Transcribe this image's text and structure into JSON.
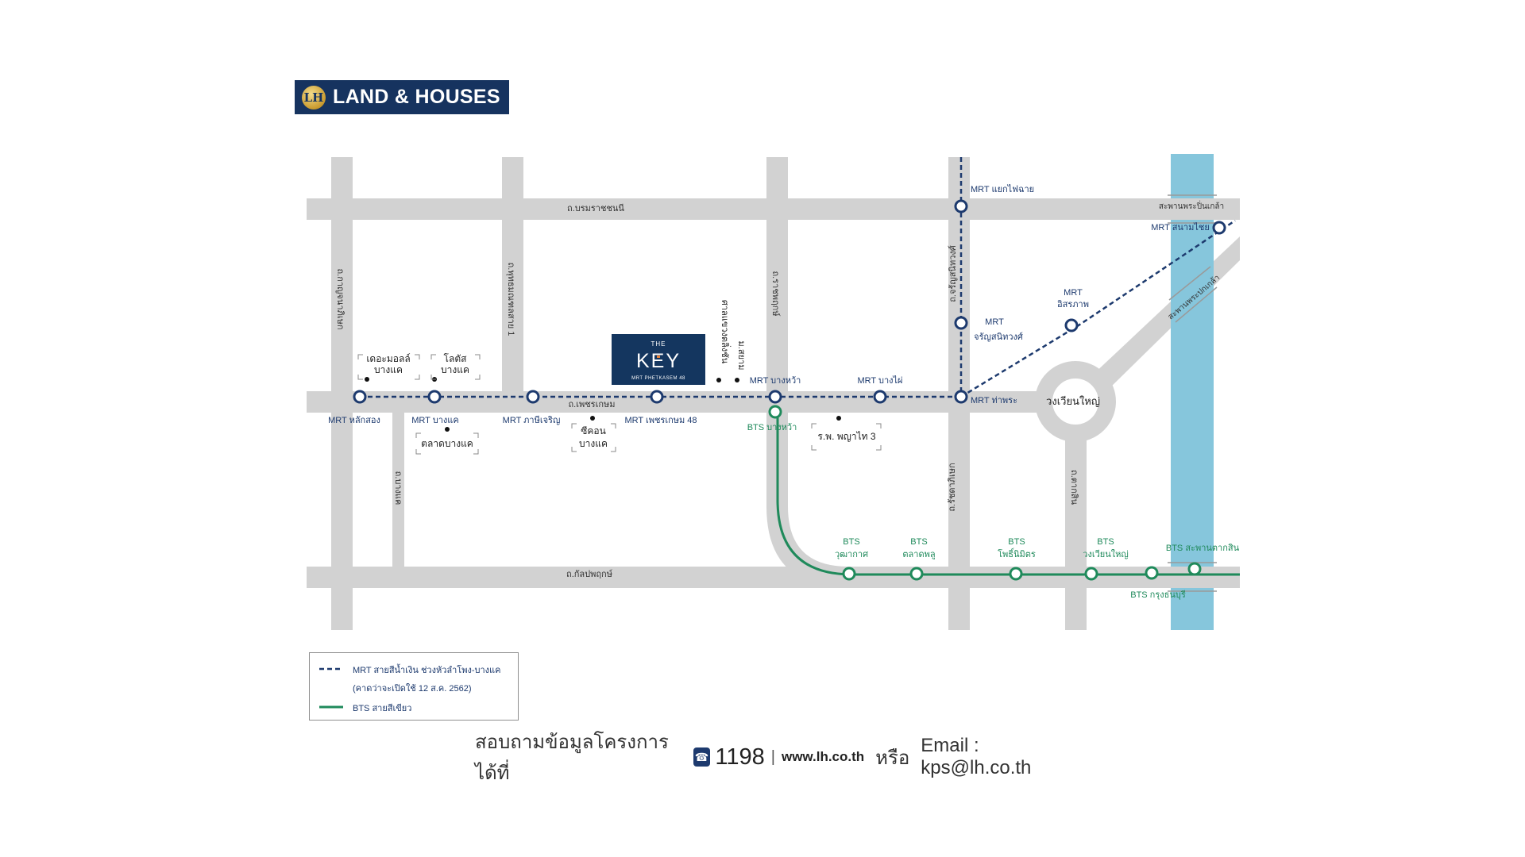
{
  "brand": {
    "logo_mark": "LH",
    "name": "LAND & HOUSES"
  },
  "project": {
    "line1": "THE",
    "line2": "KEY",
    "line3": "MRT PHETKASEM 48"
  },
  "roads": {
    "borommaratchachonnani": "ถ.บรมราชชนนี",
    "phetkasem": "ถ.เพชรเกษม",
    "kanlapaphruek": "ถ.กัลปพฤกษ์",
    "kanchanaphisek": "ถ.กาญจนาภิเษก",
    "phutthamonthon1": "ถ.พุทธมณฑลสาย 1",
    "bang_khae": "ถ.บางแค",
    "ratchaphruek": "ถ.ราชพฤกษ์",
    "charan_sanitwong": "ถ.จรัญสนิทวงศ์",
    "ratchadaphisek": "ถ.รัชดาภิเษก",
    "taksin": "ถ.ตากสิน",
    "pinklao_bridge": "สะพานพระปิ่นเกล้า",
    "phra_pok_klao_bridge": "สะพานพระปกเกล้า",
    "taksin_bridge": "BTS สะพานตากสิน",
    "wongwian_yai_circle": "วงเวียนใหญ่"
  },
  "mrt_stations": {
    "lak_song": "MRT หลักสอง",
    "bang_khae": "MRT บางแค",
    "phasi_charoen": "MRT ภาษีเจริญ",
    "phetkasem48": "MRT เพชรเกษม 48",
    "bang_wa": "MRT บางหว้า",
    "bang_phai": "MRT บางไผ่",
    "tha_phra": "MRT ท่าพระ",
    "yaek_fai_chai": "MRT แยกไฟฉาย",
    "sanam_chai": "MRT สนามไชย",
    "isaraphap_1": "MRT",
    "isaraphap_2": "อิสรภาพ",
    "charan13_1": "MRT",
    "charan13_2": "จรัญสนิทวงศ์"
  },
  "bts_stations": {
    "bang_wa": "BTS บางหว้า",
    "wutthakat_1": "BTS",
    "wutthakat_2": "วุฒากาศ",
    "talat_phlu_1": "BTS",
    "talat_phlu_2": "ตลาดพลู",
    "pho_nimit_1": "BTS",
    "pho_nimit_2": "โพธิ์นิมิตร",
    "wongwian_yai_1": "BTS",
    "wongwian_yai_2": "วงเวียนใหญ่",
    "krung_thon_buri": "BTS กรุงธนบุรี"
  },
  "landmarks": {
    "the_mall_1": "เดอะมอลล์",
    "the_mall_2": "บางแค",
    "lotus_1": "โลตัส",
    "lotus_2": "บางแค",
    "talat_bang_khae": "ตลาดบางแค",
    "seacon_1": "ซีคอน",
    "seacon_2": "บางแค",
    "phyathai3": "ร.พ. พญาไท 3",
    "court": "ศาลแขวงตลิ่งชัน",
    "siam_university": "ม.สยาม"
  },
  "legend": {
    "mrt_line_1": "MRT สายสีน้ำเงิน ช่วงหัวลำโพง-บางแค",
    "mrt_line_2": "(คาดว่าจะเปิดใช้ 12 ส.ค. 2562)",
    "bts_line": "BTS สายสีเขียว"
  },
  "contact": {
    "text": "สอบถามข้อมูลโครงการได้ที่",
    "phone": "1198",
    "separator": "|",
    "website": "www.lh.co.th",
    "or": "หรือ",
    "email": "Email : kps@lh.co.th"
  },
  "colors": {
    "road": "#d2d2d2",
    "river": "#86c6dc",
    "mrt_blue": "#1d3a6e",
    "bts_green": "#1f8a5b",
    "project_box": "#14365f",
    "accent_orange": "#e8823a"
  }
}
